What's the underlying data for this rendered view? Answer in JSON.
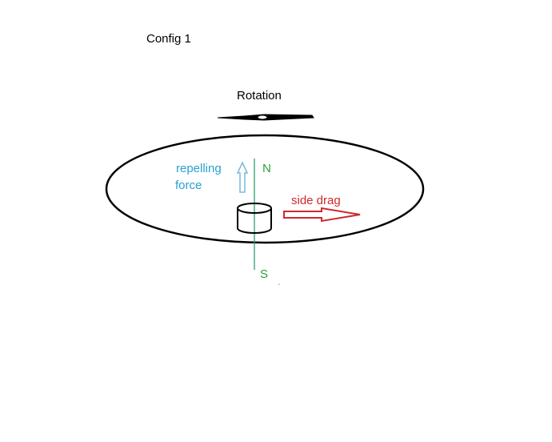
{
  "title": "Config 1",
  "rotation_label": "Rotation",
  "repelling_label_line1": "repelling",
  "repelling_label_line2": "force",
  "north_label": "N",
  "south_label": "S",
  "side_drag_label": "side drag",
  "colors": {
    "ink": "#000000",
    "field_line": "#2e9e6e",
    "pole_text": "#2e9e3a",
    "repelling": "#2aa0d0",
    "repelling_arrow": "#79b8df",
    "side_drag": "#d0282f",
    "background": "#ffffff"
  }
}
